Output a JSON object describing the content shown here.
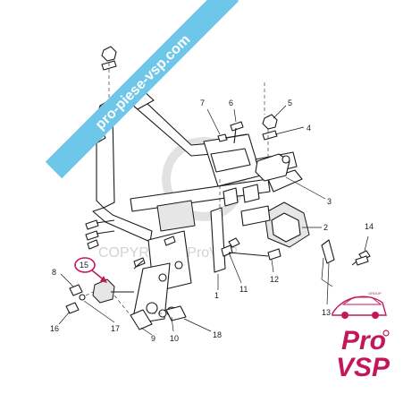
{
  "banner": {
    "text": "pro-piese-vsp.com",
    "color": "#6ec6e8"
  },
  "watermark": {
    "text": "COPYRIGHT ProVSP"
  },
  "logo": {
    "pro": "Pro",
    "vsp": "VSP",
    "group": "GROUP",
    "color": "#c2185b"
  },
  "highlight": {
    "label": "15",
    "color": "#c2185b"
  },
  "callouts": [
    "1",
    "2",
    "3",
    "4",
    "5",
    "6",
    "7",
    "8",
    "9",
    "10",
    "11",
    "12",
    "13",
    "14",
    "16",
    "17",
    "18"
  ]
}
